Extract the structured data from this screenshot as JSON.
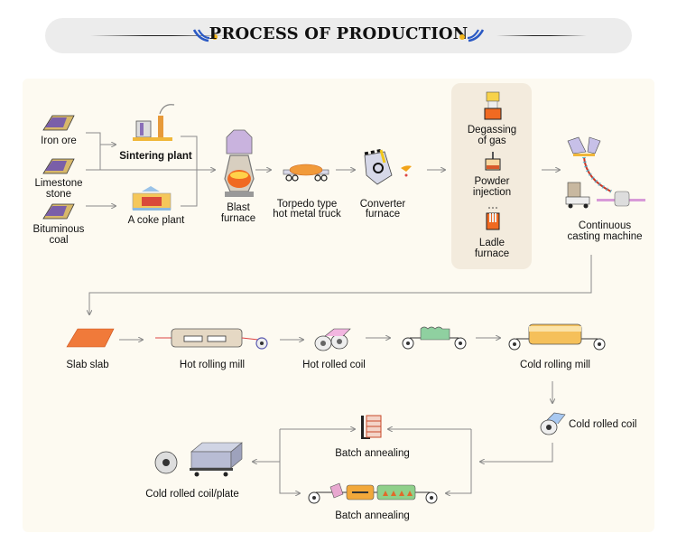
{
  "header": {
    "title": "PROCESS OF PRODUCTION",
    "accent_blue": "#2a59c4",
    "accent_yellow": "#f2b51b"
  },
  "raw_materials": [
    {
      "label_line1": "Iron ore",
      "label_line2": ""
    },
    {
      "label_line1": "Limestone",
      "label_line2": "stone"
    },
    {
      "label_line1": "Bituminous",
      "label_line2": "coal"
    }
  ],
  "stages": {
    "sintering_plant": "Sintering plant",
    "coke_plant": "A coke plant",
    "blast_furnace": {
      "line1": "Blast",
      "line2": "furnace"
    },
    "torpedo_truck": {
      "line1": "Torpedo type",
      "line2": "hot metal truck"
    },
    "converter": {
      "line1": "Converter",
      "line2": "furnace"
    },
    "secondary_refining": [
      {
        "line1": "Degassing",
        "line2": "of gas"
      },
      {
        "line1": "Powder",
        "line2": "injection"
      },
      {
        "line1": "Ladle",
        "line2": "furnace"
      }
    ],
    "continuous_casting": {
      "line1": "Continuous",
      "line2": "casting machine"
    },
    "slab": "Slab slab",
    "hot_rolling_mill": "Hot rolling mill",
    "hot_rolled_coil": "Hot rolled coil",
    "cold_rolling_mill": "Cold rolling mill",
    "cold_rolled_coil": "Cold rolled coil",
    "batch_annealing_top": "Batch annealing",
    "batch_annealing_bottom": "Batch annealing",
    "final_product": "Cold rolled coil/plate"
  }
}
